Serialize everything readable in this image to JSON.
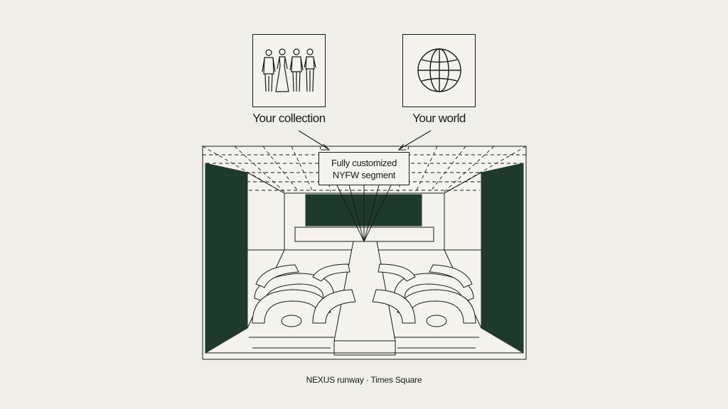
{
  "panels": {
    "collection": {
      "label": "Your collection",
      "icon": "fashion-figures-icon"
    },
    "world": {
      "label": "Your world",
      "icon": "globe-icon"
    }
  },
  "callout": {
    "line1": "Fully customized",
    "line2": "NYFW segment"
  },
  "caption": "NEXUS runway · Times Square",
  "colors": {
    "accent": "#1e3a2c",
    "line": "#1a1a1a",
    "paper": "#efeee8"
  }
}
